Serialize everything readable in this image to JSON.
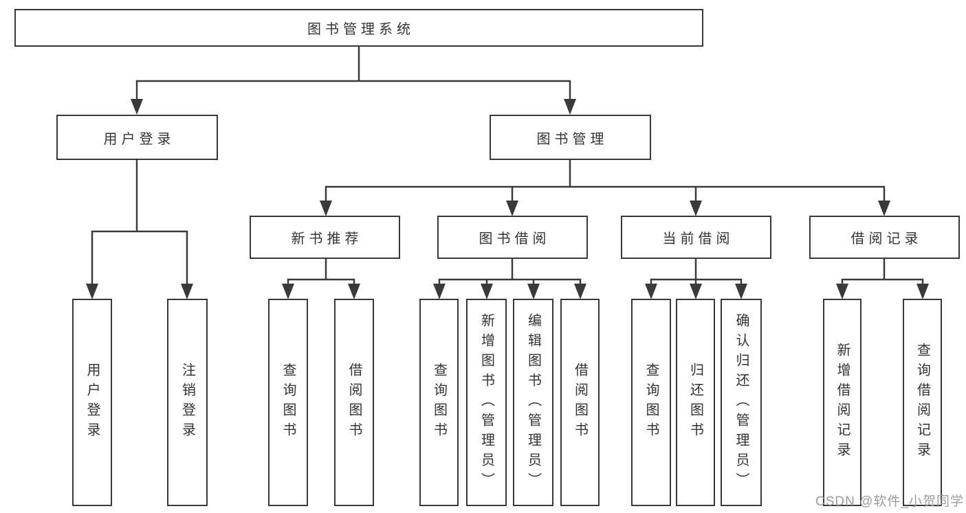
{
  "diagram": {
    "root": {
      "label": "图书管理系统"
    },
    "level2": [
      {
        "label": "用户登录"
      },
      {
        "label": "图书管理"
      }
    ],
    "level3": [
      {
        "label": "新书推荐"
      },
      {
        "label": "图书借阅"
      },
      {
        "label": "当前借阅"
      },
      {
        "label": "借阅记录"
      }
    ],
    "leaves": {
      "user_login": [
        {
          "label": "用户登录"
        },
        {
          "label": "注销登录"
        }
      ],
      "new_book_recommend": [
        {
          "label": "查询图书"
        },
        {
          "label": "借阅图书"
        }
      ],
      "book_borrowing": [
        {
          "label": "查询图书"
        },
        {
          "label": "新增图书（管理员）"
        },
        {
          "label": "编辑图书（管理员）"
        },
        {
          "label": "借阅图书"
        }
      ],
      "current_borrowing": [
        {
          "label": "查询图书"
        },
        {
          "label": "归还图书"
        },
        {
          "label": "确认归还（管理员）"
        }
      ],
      "borrowing_records": [
        {
          "label": "新增借阅记录"
        },
        {
          "label": "查询借阅记录"
        }
      ]
    },
    "watermark": "CSDN @软件_小贺同学",
    "colors": {
      "line": "#3a3a3a",
      "text": "#333333",
      "watermark": "#9c9c9c",
      "background": "#ffffff"
    }
  }
}
